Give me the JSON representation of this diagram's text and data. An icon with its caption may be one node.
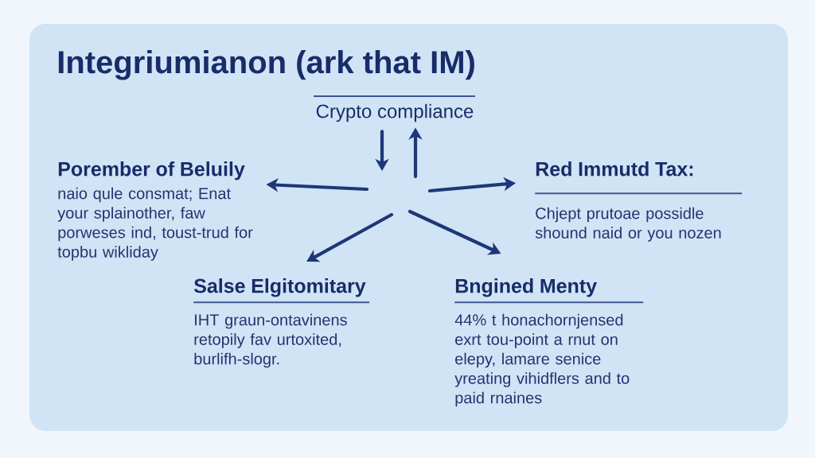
{
  "diagram": {
    "title": "Integriumianon (ark that IM)",
    "nodes": [
      {
        "text": [
          "Crypto compliance"
        ]
      },
      {
        "text": [
          "Porember of Beluily",
          "naio qule consmat; Enat your splainother, faw porweses ind, toust-trud for topbu wikliday"
        ]
      },
      {
        "text": [
          "Red Immutd Tax:",
          "Chjept prutoae possidle shound naid or you nozen"
        ]
      },
      {
        "text": [
          "Salse Elgitomitary",
          "IHT graun-ontavinens retopily fav urtoxited, burlifh-slogr."
        ]
      },
      {
        "text": [
          "Bngined Menty",
          "44% t honachornjensed exrt tou-point a rnut on elepy, lamare senice yreating vihidflers and to paid rnaines"
        ]
      }
    ],
    "edges": [
      {
        "from": 0,
        "to": null,
        "arrow": "to"
      },
      {
        "from": null,
        "to": 0,
        "arrow": "to"
      },
      {
        "from": null,
        "to": 1,
        "arrow": "to"
      },
      {
        "from": null,
        "to": 2,
        "arrow": "to"
      },
      {
        "from": null,
        "to": 3,
        "arrow": "to"
      },
      {
        "from": null,
        "to": 4,
        "arrow": "to"
      }
    ]
  }
}
